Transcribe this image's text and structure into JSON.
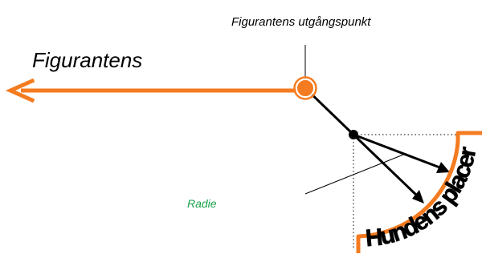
{
  "labels": {
    "starting_point": "Figurantens  utgångspunkt",
    "direction": "Figurantens",
    "radius": "Radie",
    "dog_placement": "Hundens placering"
  },
  "colors": {
    "orange": "#f47b20",
    "black": "#000000",
    "green": "#1aa34a",
    "white": "#ffffff"
  }
}
